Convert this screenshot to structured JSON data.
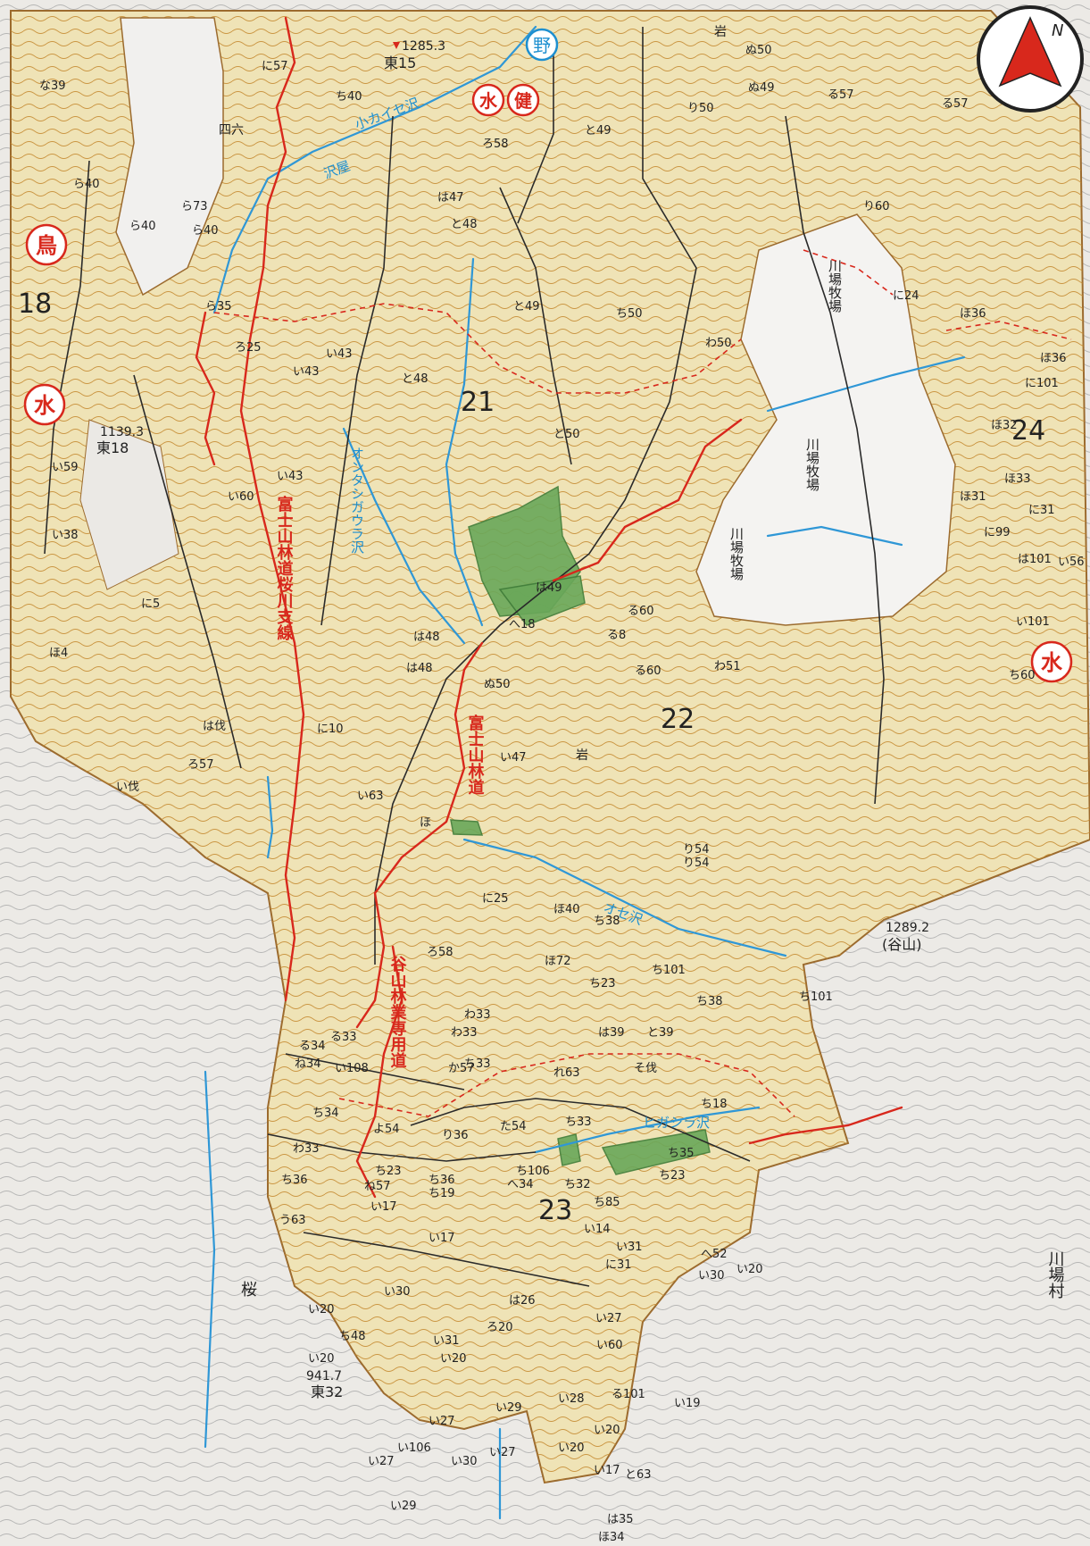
{
  "compartments": [
    {
      "label": "18"
    },
    {
      "label": "21"
    },
    {
      "label": "22"
    },
    {
      "label": "23"
    },
    {
      "label": "24"
    }
  ],
  "roads": {
    "fuji_sanrindo": "富士山林道",
    "sakuragawa_branch": "富士山林道桜川支線",
    "tanizan_road": "谷山林業専用道"
  },
  "streams": {
    "kosakaise": "小カイセ沢",
    "otashigawara": "オンタシガウラ沢",
    "ose": "オセ沢",
    "higashira": "ヒガシラ沢",
    "oyasawa": "沢屋"
  },
  "points": [
    {
      "elev": "1285.3",
      "code": "東15"
    },
    {
      "elev": "1139.3",
      "code": "東18"
    },
    {
      "elev": "1289.2",
      "code": "(谷山)"
    },
    {
      "elev": "941.7",
      "code": "東32"
    }
  ],
  "place_labels": {
    "pasture1": "川場牧場",
    "pasture2": "川場牧場",
    "pasture3": "川場牧場",
    "rock1": "岩",
    "rock2": "岩",
    "shiroku": "四六",
    "side_text": "川場村",
    "sakura": "桜"
  },
  "symbols": {
    "water": "水",
    "health": "健",
    "field": "野",
    "bird": "鳥"
  },
  "stand_labels": [
    "な39",
    "に57",
    "ち40",
    "ろ58",
    "と49",
    "り50",
    "ぬ49",
    "ぬ50",
    "る57",
    "る57",
    "ら40",
    "ら73",
    "ら40",
    "ら40",
    "は47",
    "と48",
    "り60",
    "ら35",
    "ろ25",
    "い43",
    "い43",
    "と48",
    "と49",
    "ち50",
    "わ50",
    "い59",
    "い43",
    "い60",
    "と50",
    "い38",
    "に5",
    "ほ4",
    "は伐",
    "ろ57",
    "い伐",
    "は48",
    "は48",
    "に10",
    "は49",
    "へ18",
    "ぬ50",
    "い47",
    "る8",
    "る60",
    "る60",
    "わ51",
    "い63",
    "ほ",
    "り54",
    "り54",
    "に25",
    "ほ40",
    "ち38",
    "ほ72",
    "ろ58",
    "ち23",
    "ち101",
    "ち38",
    "ち101",
    "は39",
    "と39",
    "わ33",
    "わ33",
    "ち33",
    "る34",
    "る33",
    "ね34",
    "い108",
    "か57",
    "れ63",
    "そ伐",
    "ち18",
    "ち34",
    "わ33",
    "り36",
    "よ54",
    "た54",
    "ち33",
    "ち23",
    "ち36",
    "ち106",
    "ち32",
    "ち19",
    "へ34",
    "ね57",
    "ち85",
    "ち23",
    "ち35",
    "ち36",
    "い17",
    "う63",
    "い17",
    "い14",
    "い31",
    "に31",
    "へ52",
    "い20",
    "い30",
    "い30",
    "い20",
    "ち48",
    "い31",
    "ろ20",
    "は26",
    "い27",
    "い60",
    "い20",
    "い20",
    "い28",
    "い27",
    "い29",
    "い19",
    "い30",
    "い27",
    "い20",
    "い20",
    "い17",
    "い106",
    "い27",
    "い29",
    "る101",
    "と63",
    "は35",
    "ほ34",
    "に24",
    "ほ36",
    "ほ36",
    "に101",
    "ほ32",
    "ほ33",
    "ほ31",
    "に31",
    "に99",
    "は101",
    "い56",
    "い101",
    "ち60"
  ]
}
